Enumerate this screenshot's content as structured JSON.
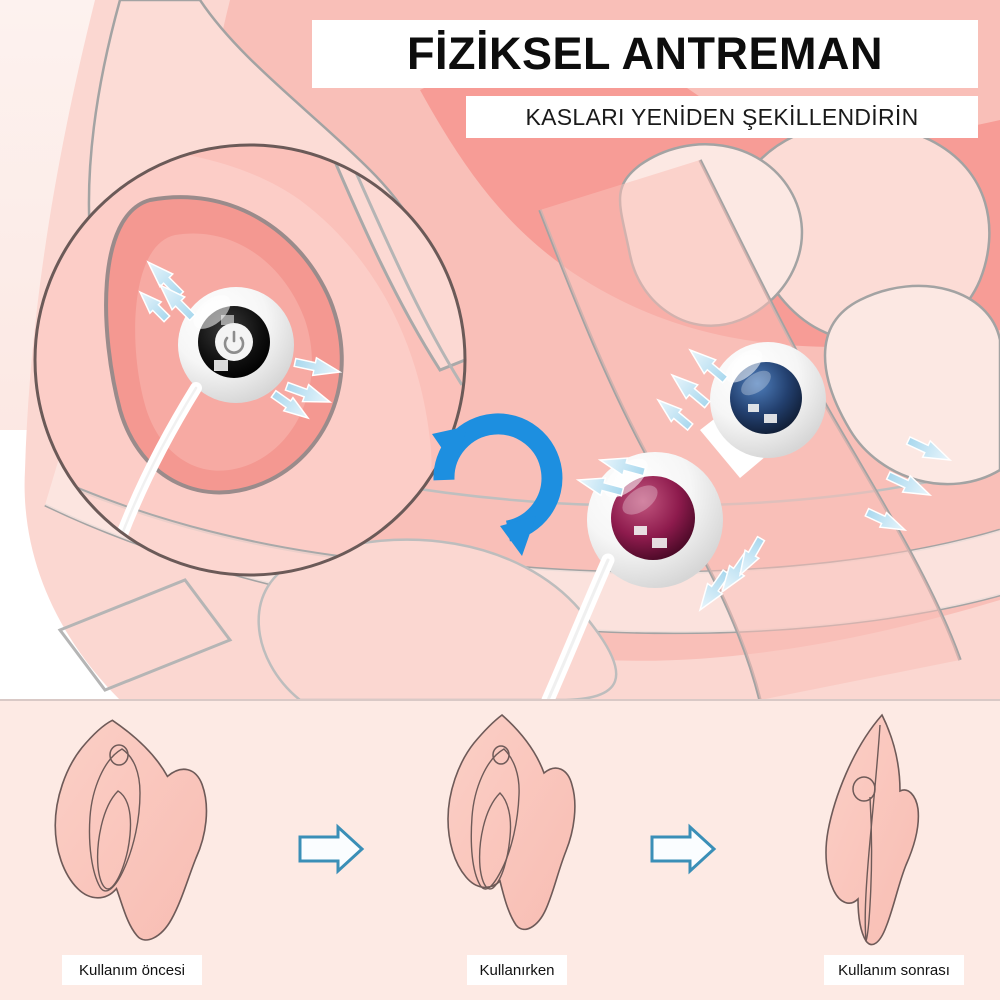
{
  "header": {
    "title": "FİZİKSEL ANTREMAN",
    "subtitle": "KASLARI YENİDEN ŞEKİLLENDİRİN"
  },
  "hero": {
    "magnifier_label": "magnified-inset",
    "device_primary": "single-ball-vibrator-with-power-button",
    "device_secondary": "dual-ball-kegel-trainer",
    "rotation_indicator": "circular-rotation-arrows",
    "pressure_arrows": "muscle-contraction-arrows"
  },
  "comparison": {
    "steps": [
      {
        "label": "Kullanım öncesi",
        "stage": "before"
      },
      {
        "label": "Kullanırken",
        "stage": "during"
      },
      {
        "label": "Kullanım sonrası",
        "stage": "after"
      }
    ],
    "arrow_glyph": "→"
  },
  "colors": {
    "banner_bg": "#ffffff",
    "title_text": "#0d0d0d",
    "page_bg": "#ffffff",
    "strip_bg": "#fdeae4",
    "skin_light": "#fce6e0",
    "skin_mid": "#f9b8b0",
    "skin_deep": "#f4948e",
    "outline": "#9e9e9e",
    "accent_blue": "#1d8fe0",
    "arrow_blue": "#cfeaf7",
    "arrow_stroke": "#3a8fb7",
    "core_blue": "#1b3a6b",
    "core_magenta": "#8e1b4d",
    "device_white": "#ffffff",
    "divider": "#d9c9c6"
  }
}
